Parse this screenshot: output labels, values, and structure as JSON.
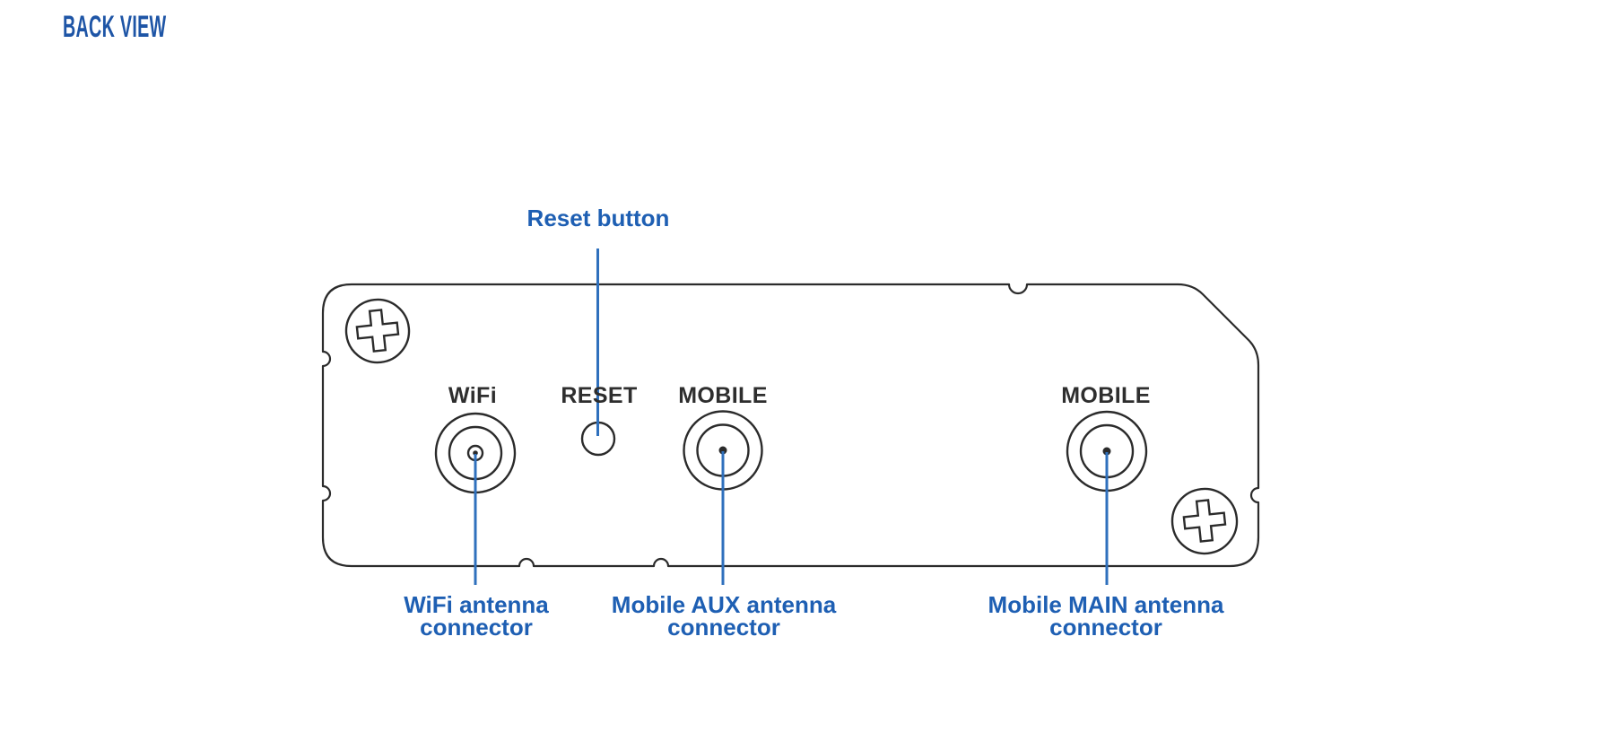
{
  "title": "BACK VIEW",
  "colors": {
    "title_blue": "#1e55a6",
    "label_blue": "#1e5fb3",
    "line_blue": "#2f70bd",
    "panel_ink": "#2e2e2e",
    "outline_ink": "#2b2b2b"
  },
  "panel_labels": {
    "wifi": "WiFi",
    "reset": "RESET",
    "mobile_aux": "MOBILE",
    "mobile_main": "MOBILE"
  },
  "callouts": {
    "reset_button": "Reset button",
    "wifi_line1": "WiFi antenna",
    "wifi_line2": "connector",
    "aux_line1": "Mobile AUX antenna",
    "aux_line2": "connector",
    "main_line1": "Mobile MAIN antenna",
    "main_line2": "connector"
  },
  "icons": {
    "screw_top_left": "phillips-screw-icon",
    "screw_bottom_right": "phillips-screw-icon",
    "wifi_connector": "coax-antenna-connector-icon",
    "reset_hole": "reset-pinhole-icon",
    "mobile_aux_connector": "coax-antenna-connector-icon",
    "mobile_main_connector": "coax-antenna-connector-icon"
  }
}
